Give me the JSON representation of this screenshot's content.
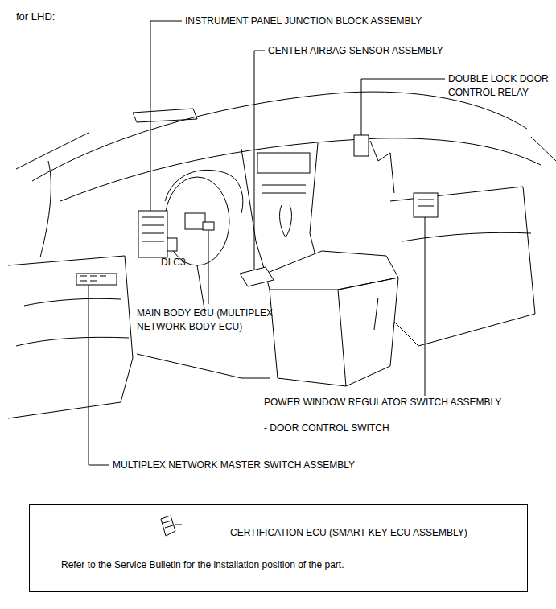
{
  "diagram": {
    "title": "for LHD:",
    "nodes": [
      {
        "text": [
          "CERTIFICATION ECU (SMART KEY ECU ASSEMBLY)",
          "Refer to the Service Bulletin for the installation position of the part."
        ]
      }
    ],
    "labels": [
      "INSTRUMENT PANEL JUNCTION BLOCK ASSEMBLY",
      "CENTER AIRBAG SENSOR ASSEMBLY",
      "DOUBLE LOCK DOOR CONTROL RELAY",
      "DLC3",
      "MAIN BODY ECU (MULTIPLEX NETWORK BODY ECU)",
      "POWER WINDOW REGULATOR SWITCH ASSEMBLY",
      "- DOOR CONTROL SWITCH",
      "MULTIPLEX NETWORK MASTER SWITCH ASSEMBLY"
    ]
  }
}
